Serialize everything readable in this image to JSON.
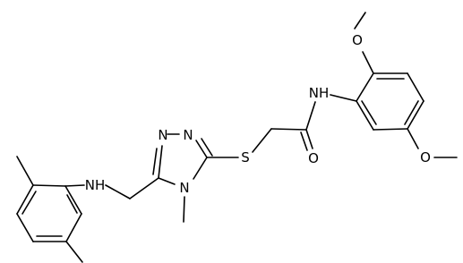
{
  "molecule": {
    "atom_labels": {
      "amide_nh": "NH",
      "carbonyl_o": "O",
      "thioether_s": "S",
      "triazole_n1": "N",
      "triazole_n2": "N",
      "triazole_n4": "N",
      "aniline_nh": "NH",
      "methoxy_top_o": "O",
      "methoxy_bottom_o": "O"
    }
  }
}
